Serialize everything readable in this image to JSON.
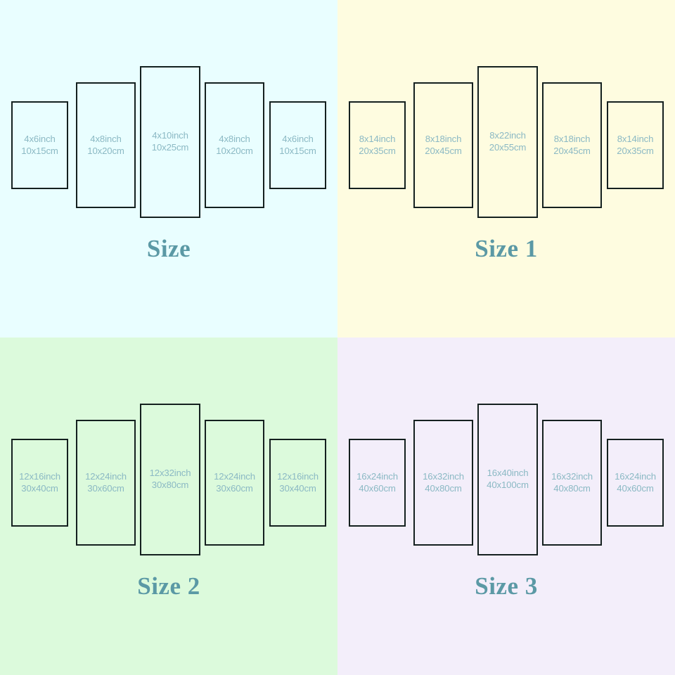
{
  "meta": {
    "colors": {
      "panel_border": "#14201f",
      "panel_label_text": "#8bb9c4",
      "title_text": "#5b99a5",
      "bg_top_left": "#e9feff",
      "bg_top_right": "#fefce0",
      "bg_bottom_left": "#dcfadc",
      "bg_bottom_right": "#f3eefa"
    }
  },
  "quadrants": [
    {
      "id": "size",
      "title": "Size",
      "background": "#e9feff",
      "panels": [
        {
          "inch": "4x6inch",
          "cm": "10x15cm"
        },
        {
          "inch": "4x8inch",
          "cm": "10x20cm"
        },
        {
          "inch": "4x10inch",
          "cm": "10x25cm"
        },
        {
          "inch": "4x8inch",
          "cm": "10x20cm"
        },
        {
          "inch": "4x6inch",
          "cm": "10x15cm"
        }
      ]
    },
    {
      "id": "size-1",
      "title": "Size 1",
      "background": "#fefce0",
      "panels": [
        {
          "inch": "8x14inch",
          "cm": "20x35cm"
        },
        {
          "inch": "8x18inch",
          "cm": "20x45cm"
        },
        {
          "inch": "8x22inch",
          "cm": "20x55cm"
        },
        {
          "inch": "8x18inch",
          "cm": "20x45cm"
        },
        {
          "inch": "8x14inch",
          "cm": "20x35cm"
        }
      ]
    },
    {
      "id": "size-2",
      "title": "Size 2",
      "background": "#dcfadc",
      "panels": [
        {
          "inch": "12x16inch",
          "cm": "30x40cm"
        },
        {
          "inch": "12x24inch",
          "cm": "30x60cm"
        },
        {
          "inch": "12x32inch",
          "cm": "30x80cm"
        },
        {
          "inch": "12x24inch",
          "cm": "30x60cm"
        },
        {
          "inch": "12x16inch",
          "cm": "30x40cm"
        }
      ]
    },
    {
      "id": "size-3",
      "title": "Size 3",
      "background": "#f3eefa",
      "panels": [
        {
          "inch": "16x24inch",
          "cm": "40x60cm"
        },
        {
          "inch": "16x32inch",
          "cm": "40x80cm"
        },
        {
          "inch": "16x40inch",
          "cm": "40x100cm"
        },
        {
          "inch": "16x32inch",
          "cm": "40x80cm"
        },
        {
          "inch": "16x24inch",
          "cm": "40x60cm"
        }
      ]
    }
  ]
}
